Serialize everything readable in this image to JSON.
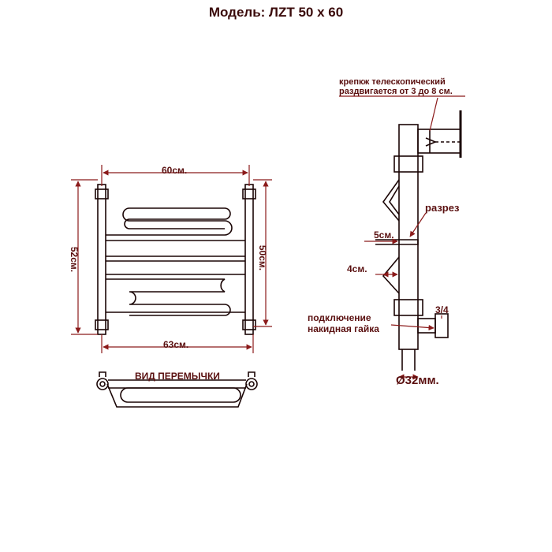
{
  "title": "Модель: ЛZT 50 х 60",
  "front_view": {
    "top_width": "60см.",
    "bottom_width": "63см.",
    "left_height": "52см.",
    "right_height": "50см."
  },
  "bridge_view": {
    "label": "ВИД ПЕРЕМЫЧКИ"
  },
  "side_view": {
    "mount_line1": "крепкж телескопический",
    "mount_line2": "раздвигается от 3 до 8 см.",
    "cut": "разрез",
    "dim_5": "5см.",
    "dim_4": "4см.",
    "connection_line1": "подключение",
    "connection_line2": "накидная гайка",
    "thread": "3/4",
    "diameter": "Ø32мм."
  },
  "colors": {
    "line": "#1a0505",
    "dimension": "#8b1a1a",
    "text": "#5a1010"
  }
}
